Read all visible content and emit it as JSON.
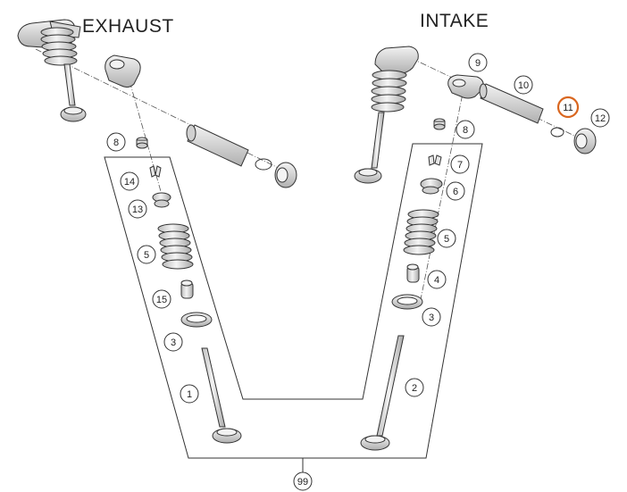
{
  "titles": {
    "exhaust": "EXHAUST",
    "intake": "INTAKE"
  },
  "callouts": {
    "exhaust_keeper": "8",
    "exhaust_valve_keys": "14",
    "exhaust_spring_retainer": "13",
    "exhaust_spring": "5",
    "exhaust_valve_seal": "15",
    "exhaust_spring_seat": "3",
    "exhaust_valve": "1",
    "intake_rocker_arm": "9",
    "intake_rocker_shaft": "10",
    "intake_oring": "11",
    "intake_shaft_cap": "12",
    "intake_keeper": "8",
    "intake_valve_keys": "7",
    "intake_spring_retainer": "6",
    "intake_spring": "5",
    "intake_valve_seal": "4",
    "intake_spring_seat": "3",
    "intake_valve": "2",
    "valve_kit": "99"
  },
  "colors": {
    "line": "#333333",
    "part_fill": "#e8e8e8",
    "part_shade": "#bdbdbd",
    "highlight": "#d9661f"
  }
}
